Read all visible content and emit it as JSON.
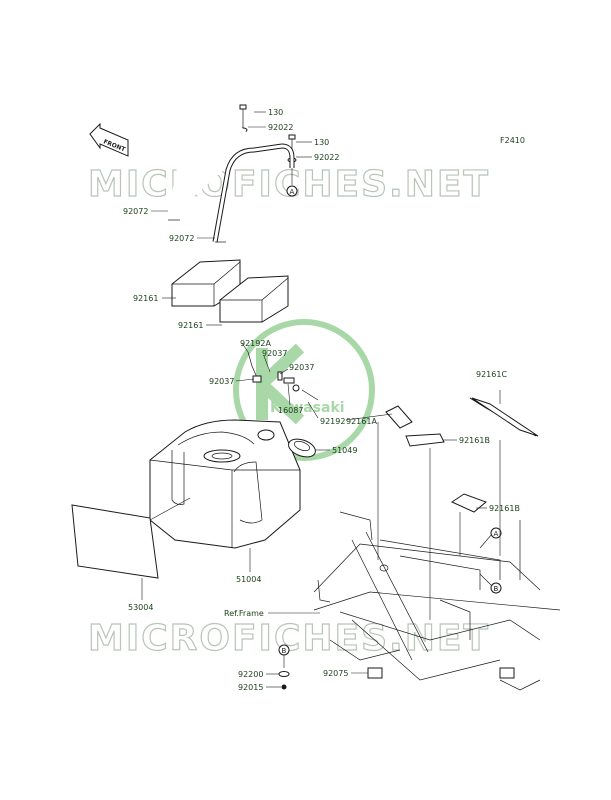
{
  "diagram": {
    "code": "F2410",
    "front_label": "FRONT",
    "watermark": "MICROFICHES.NET",
    "logo_text": "Kawasaki",
    "ref_frame": "Ref.Frame",
    "callouts": {
      "a": "A",
      "b": "B"
    },
    "parts": {
      "p130_1": "130",
      "p92022_1": "92022",
      "p130_2": "130",
      "p92022_2": "92022",
      "p92072_1": "92072",
      "p92072_2": "92072",
      "p92161_1": "92161",
      "p92161_2": "92161",
      "p92192a": "92192A",
      "p92037_1": "92037",
      "p92037_2": "92037",
      "p92037_3": "92037",
      "p16087": "16087",
      "p92192": "92192",
      "p92161a": "92161A",
      "p51049": "51049",
      "p92161c": "92161C",
      "p92161b_1": "92161B",
      "p92161b_2": "92161B",
      "p51004": "51004",
      "p53004": "53004",
      "p92200": "92200",
      "p92015": "92015",
      "p92075": "92075"
    }
  }
}
